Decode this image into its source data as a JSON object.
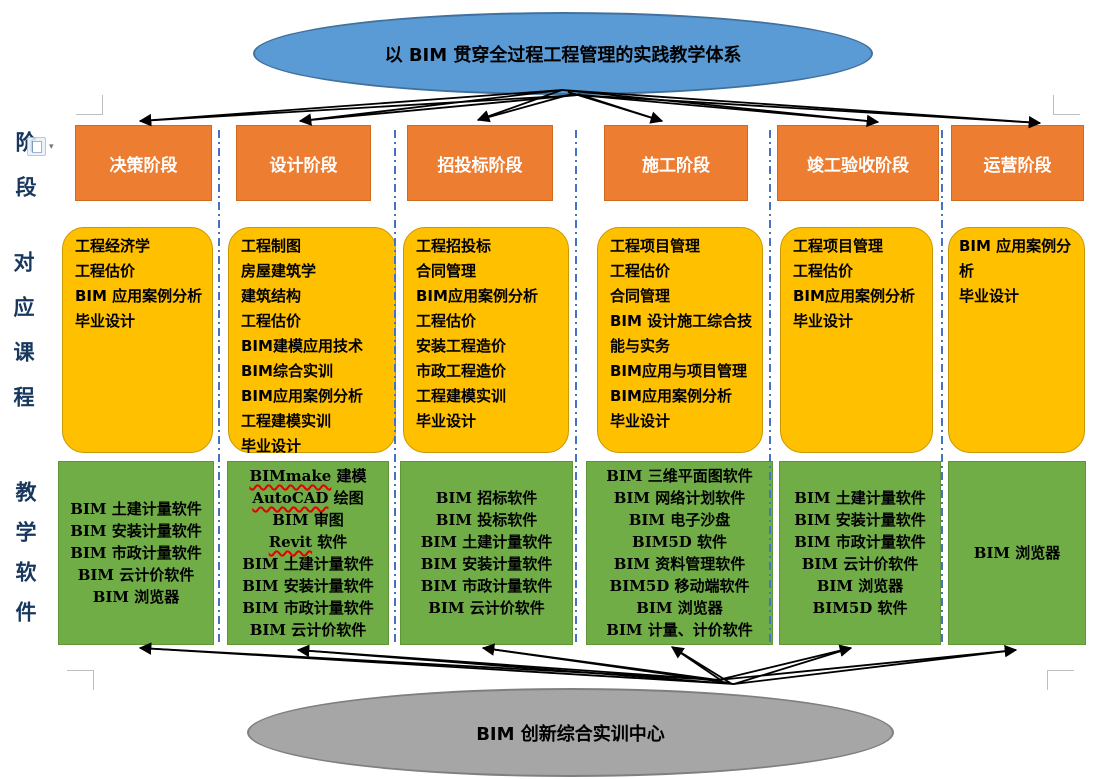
{
  "title_ellipse": {
    "label": "以 BIM 贯穿全过程工程管理的实践教学体系"
  },
  "bottom_ellipse": {
    "label": "BIM 创新综合实训中心"
  },
  "row_labels": {
    "stage": "阶段",
    "courses": "对应课程",
    "software": "教学软件"
  },
  "icons": {
    "paste_options_dropdown": "▾"
  },
  "colors": {
    "stage_header_fill": "#ED7D31",
    "stage_header_text": "#FFFFFF",
    "courses_fill": "#FFC000",
    "software_fill": "#70AD47",
    "title_ellipse_fill": "#5B9BD5",
    "title_ellipse_border": "#41719C",
    "bottom_ellipse_fill": "#A6A6A6",
    "bottom_ellipse_border": "#7F7F7F",
    "separator": "#4472C4",
    "arrow": "#000000",
    "spellcheck_underline": "#FF0000",
    "row_label_text": "#17375E"
  },
  "columns": [
    {
      "stage": "决策阶段",
      "courses": [
        "工程经济学",
        "工程估价",
        "BIM 应用案例分析",
        "毕业设计"
      ],
      "software": [
        "BIM 土建计量软件",
        "BIM 安装计量软件",
        "BIM 市政计量软件",
        "BIM 云计价软件",
        "BIM 浏览器"
      ]
    },
    {
      "stage": "设计阶段",
      "courses": [
        "工程制图",
        "房屋建筑学",
        "建筑结构",
        "工程估价",
        "BIM建模应用技术",
        "BIM综合实训",
        "BIM应用案例分析",
        "工程建模实训",
        "毕业设计"
      ],
      "software": [
        {
          "word": "BIMmake",
          "rest": " 建模",
          "spellcheck": true
        },
        {
          "word": "AutoCAD",
          "rest": " 绘图",
          "spellcheck": true
        },
        {
          "word": "BIM",
          "rest": " 审图",
          "spellcheck": false
        },
        {
          "word": "Revit",
          "rest": " 软件",
          "spellcheck": true
        },
        {
          "word": "BIM",
          "rest": " 土建计量软件",
          "spellcheck": false
        },
        {
          "word": "BIM",
          "rest": " 安装计量软件",
          "spellcheck": false
        },
        {
          "word": "BIM",
          "rest": " 市政计量软件",
          "spellcheck": false
        },
        {
          "word": "BIM",
          "rest": " 云计价软件",
          "spellcheck": false
        }
      ]
    },
    {
      "stage": "招投标阶段",
      "courses": [
        "工程招投标",
        "合同管理",
        "BIM应用案例分析",
        "工程估价",
        "安装工程造价",
        "市政工程造价",
        "工程建模实训",
        "毕业设计"
      ],
      "software": [
        "BIM 招标软件",
        "BIM 投标软件",
        "BIM 土建计量软件",
        "BIM 安装计量软件",
        "BIM 市政计量软件",
        "BIM 云计价软件"
      ]
    },
    {
      "stage": "施工阶段",
      "courses": [
        "工程项目管理",
        "工程估价",
        "合同管理",
        "BIM 设计施工综合技能与实务",
        "BIM应用与项目管理",
        "BIM应用案例分析",
        "毕业设计"
      ],
      "software": [
        "BIM 三维平面图软件",
        "BIM 网络计划软件",
        "BIM 电子沙盘",
        "BIM5D 软件",
        "BIM 资料管理软件",
        "BIM5D 移动端软件",
        "BIM 浏览器",
        "BIM 计量、计价软件"
      ]
    },
    {
      "stage": "竣工验收阶段",
      "courses": [
        "工程项目管理",
        "工程估价",
        "BIM应用案例分析",
        "毕业设计"
      ],
      "software": [
        "BIM 土建计量软件",
        "BIM 安装计量软件",
        "BIM 市政计量软件",
        "BIM 云计价软件",
        "BIM 浏览器",
        "BIM5D 软件"
      ]
    },
    {
      "stage": "运营阶段",
      "courses": [
        "BIM 应用案例分析",
        "毕业设计"
      ],
      "software": [
        "BIM 浏览器"
      ]
    }
  ]
}
